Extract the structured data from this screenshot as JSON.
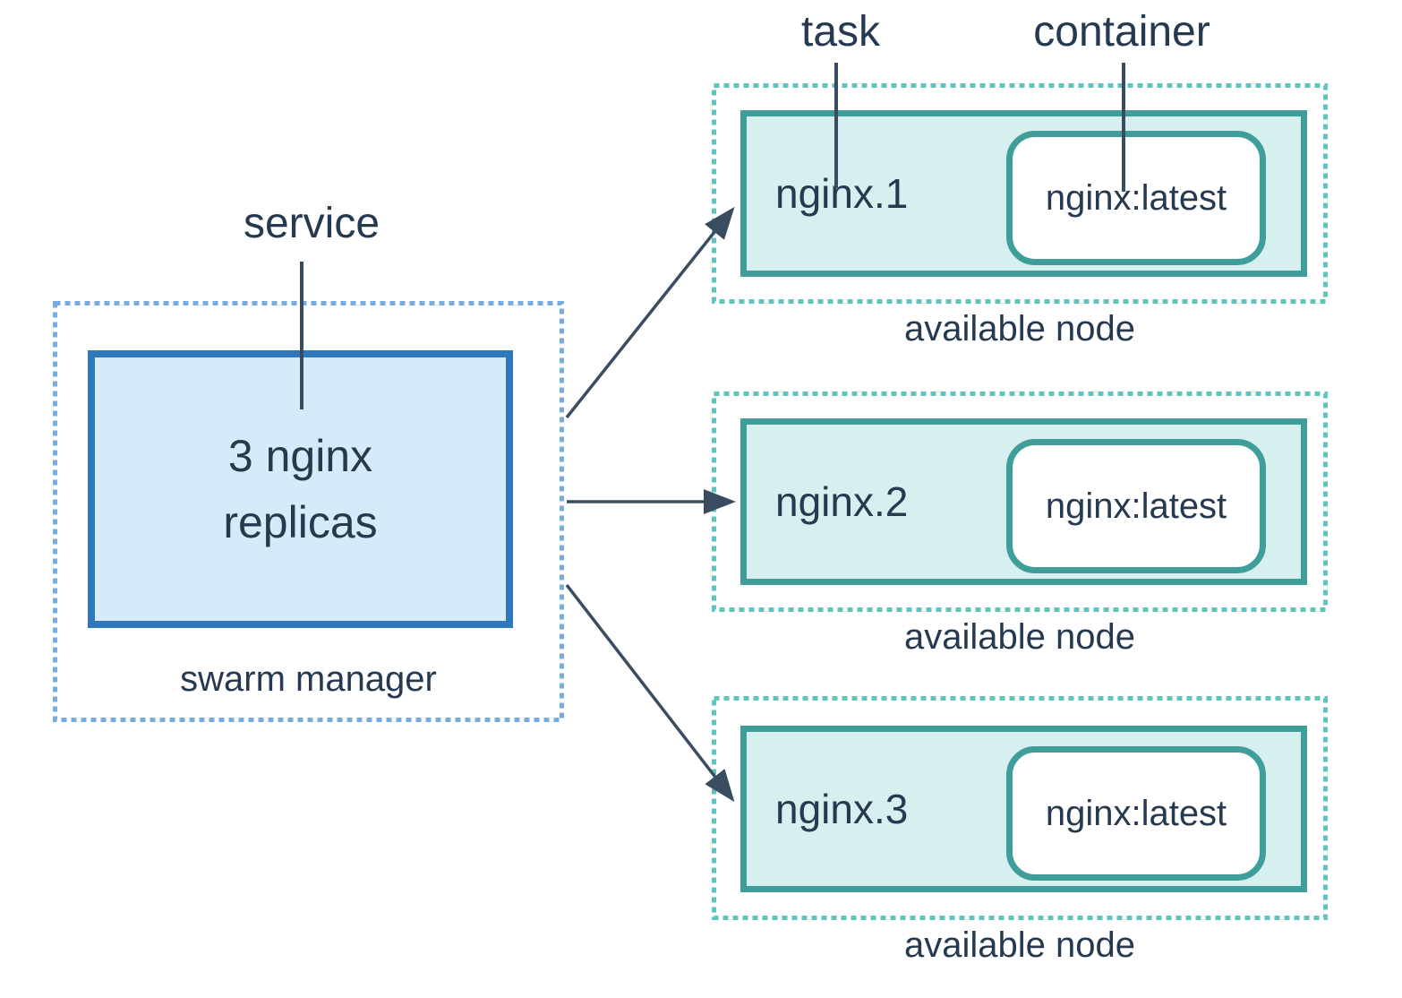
{
  "diagram": {
    "title_labels": {
      "service": "service",
      "task": "task",
      "container": "container"
    },
    "swarm_manager": {
      "service_box_text": "3 nginx\nreplicas",
      "caption": "swarm manager"
    },
    "nodes": [
      {
        "task_name": "nginx.1",
        "container_image": "nginx:latest",
        "caption": "available node"
      },
      {
        "task_name": "nginx.2",
        "container_image": "nginx:latest",
        "caption": "available node"
      },
      {
        "task_name": "nginx.3",
        "container_image": "nginx:latest",
        "caption": "available node"
      }
    ],
    "colors": {
      "navy": "#253a50",
      "arrow": "#3a4d60",
      "blue-border": "#2f78bb",
      "blue-fill": "#d6eafa",
      "blue-dash": "#77ace0",
      "teal-border": "#3f9e99",
      "teal-fill": "#d5f0ee",
      "teal-dash": "#5fc4bc",
      "bg": "#ffffff"
    }
  }
}
